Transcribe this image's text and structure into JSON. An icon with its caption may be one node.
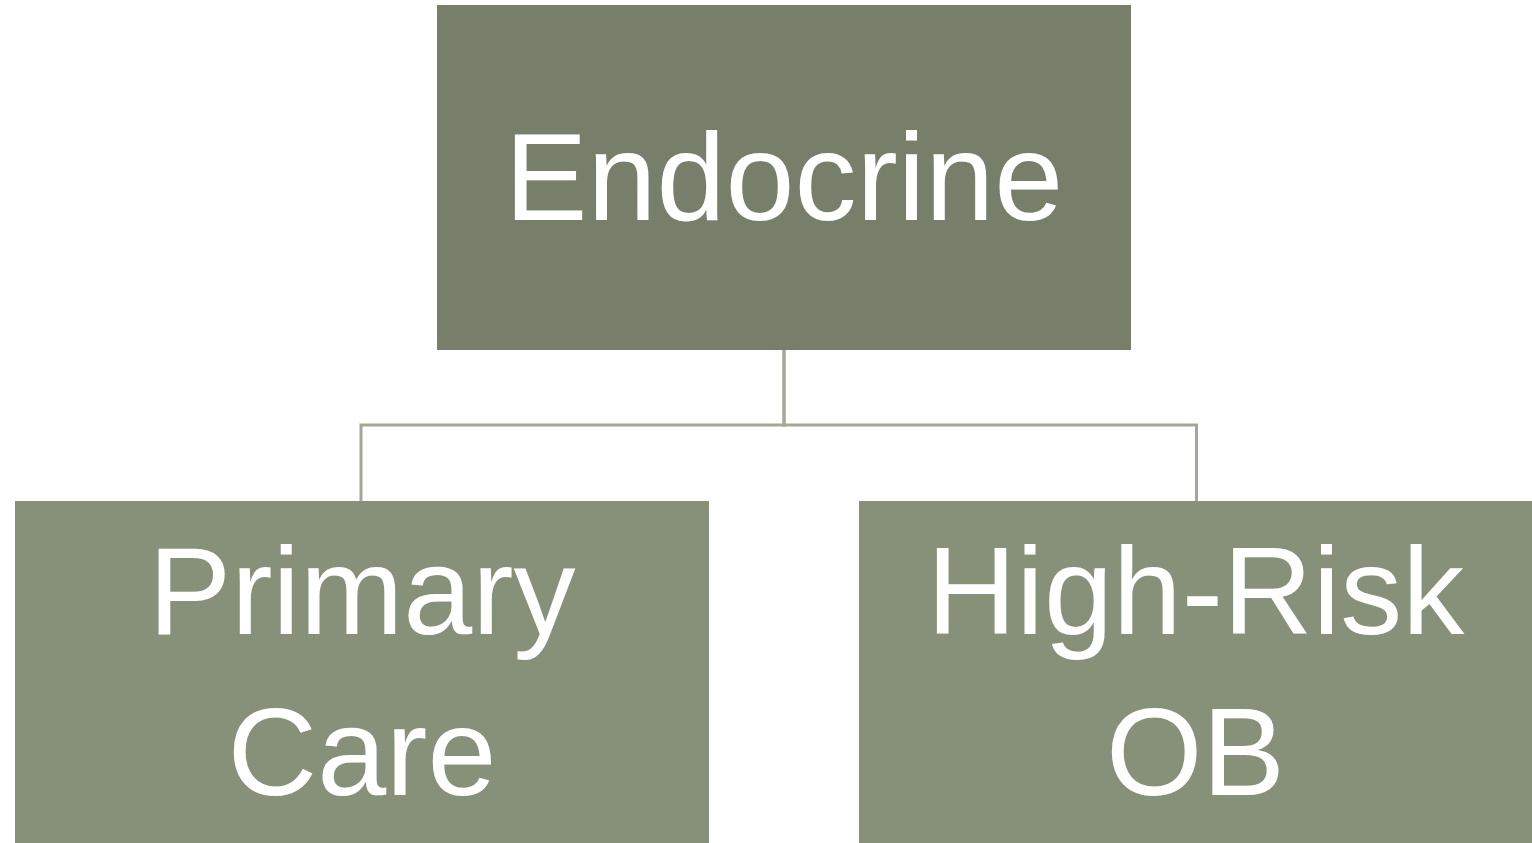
{
  "diagram": {
    "nodes": [
      {
        "text": [
          "Endocrine"
        ]
      },
      {
        "text": [
          "Primary Care"
        ]
      },
      {
        "text": [
          "High-Risk OB"
        ]
      }
    ],
    "edges": [
      {
        "from": 0,
        "to": 1,
        "arrow": "none"
      },
      {
        "from": 0,
        "to": 2,
        "arrow": "none"
      }
    ]
  }
}
